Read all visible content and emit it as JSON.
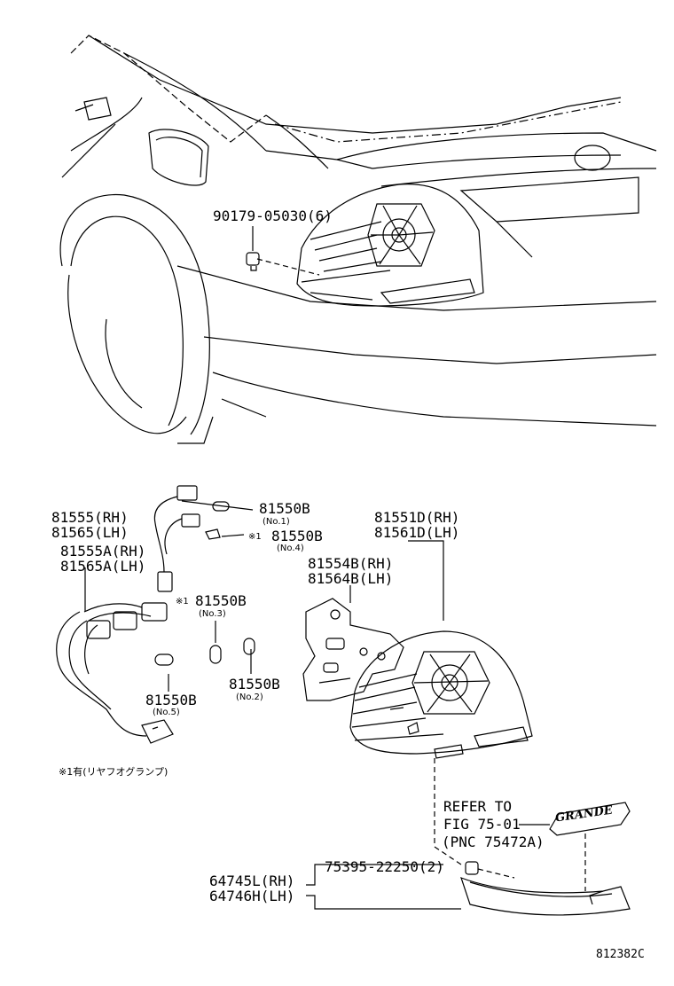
{
  "diagram": {
    "top_part": "90179-05030(6)",
    "lamp_rh": "81551D(RH)",
    "lamp_lh": "81561D(LH)",
    "socket_rh": "81555(RH)",
    "socket_lh": "81565(LH)",
    "socket_a_rh": "81555A(RH)",
    "socket_a_lh": "81565A(LH)",
    "bulb_no1": "81550B",
    "bulb_no1_note": "(No.1)",
    "bulb_no4_mark": "※1",
    "bulb_no4": "81550B",
    "bulb_no4_note": "(No.4)",
    "bulb_no3_mark": "※1",
    "bulb_no3": "81550B",
    "bulb_no3_note": "(No.3)",
    "bulb_no5": "81550B",
    "bulb_no5_note": "(No.5)",
    "bulb_no2": "81550B",
    "bulb_no2_note": "(No.2)",
    "plate_rh": "81554B(RH)",
    "plate_lh": "81564B(LH)",
    "footnote": "※1有(リヤフオグランプ)",
    "refer_1": "REFER TO",
    "refer_2": "FIG 75-01",
    "refer_3": "(PNC 75472A)",
    "emblem_text": "GRANDE",
    "screw": "75395-22250(2)",
    "garnish_rh": "64745L(RH)",
    "garnish_lh": "64746H(LH)",
    "drawing_code": "812382C"
  }
}
